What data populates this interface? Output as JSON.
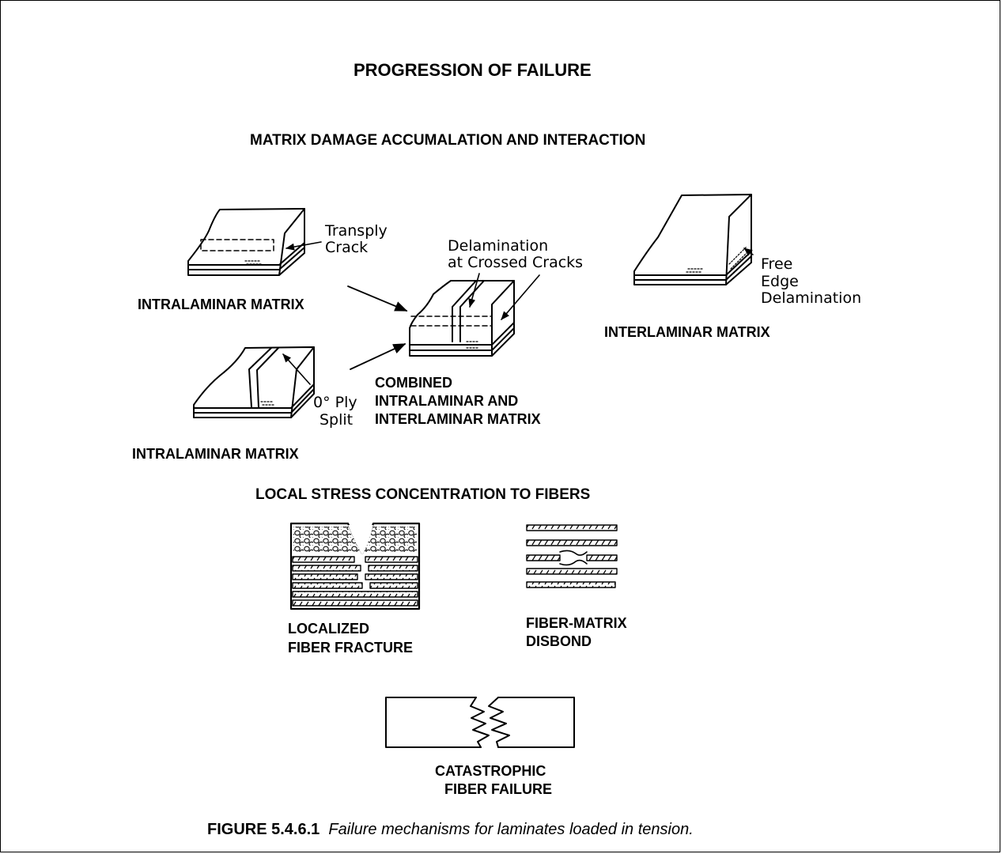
{
  "title": "PROGRESSION OF FAILURE",
  "section_matrix": "MATRIX DAMAGE ACCUMALATION AND INTERACTION",
  "section_fibers": "LOCAL STRESS CONCENTRATION TO FIBERS",
  "callouts": {
    "transply_1": "Transply",
    "transply_2": "Crack",
    "delam_1": "Delamination",
    "delam_2": "at Crossed Cracks",
    "free_1": "Free",
    "free_2": "Edge",
    "free_3": "Delamination",
    "ply_1": "0° Ply",
    "ply_2": "Split"
  },
  "labels": {
    "intralaminar_top": "INTRALAMINAR MATRIX",
    "intralaminar_bottom": "INTRALAMINAR MATRIX",
    "interlaminar": "INTERLAMINAR MATRIX",
    "combined_1": "COMBINED",
    "combined_2": "INTRALAMINAR AND",
    "combined_3": "INTERLAMINAR MATRIX",
    "localized_1": "LOCALIZED",
    "localized_2": "FIBER FRACTURE",
    "disbond_1": "FIBER-MATRIX",
    "disbond_2": "DISBOND",
    "catastrophic_1": "CATASTROPHIC",
    "catastrophic_2": "FIBER FAILURE"
  },
  "caption": {
    "figure_number": "FIGURE 5.4.6.1",
    "text": "Failure mechanisms for laminates loaded in tension."
  }
}
